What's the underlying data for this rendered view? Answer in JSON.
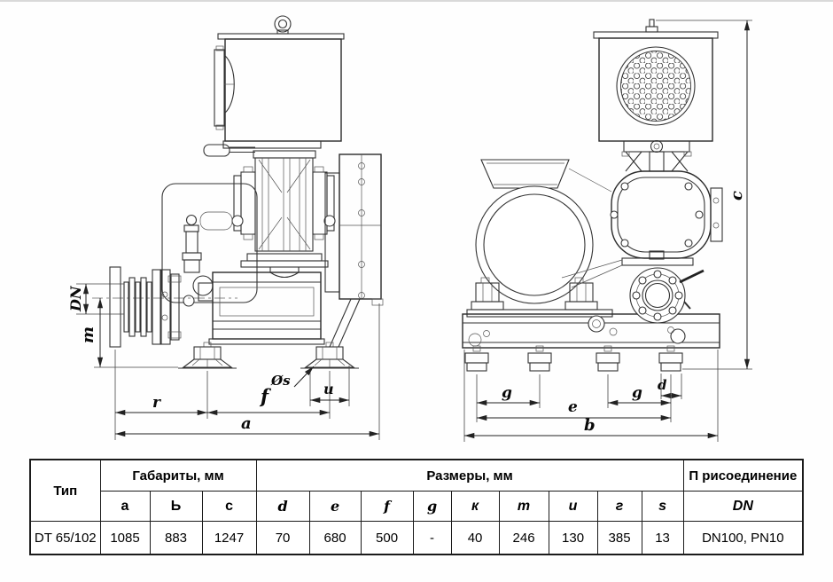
{
  "drawing": {
    "side_view": {
      "labels": {
        "dn": "DN",
        "m": "m",
        "os": "Øs",
        "u": "u",
        "r": "r",
        "f": "f",
        "a": "a"
      }
    },
    "front_view": {
      "labels": {
        "c": "c",
        "d": "d",
        "g_left": "g",
        "g_right": "g",
        "e": "e",
        "b": "b"
      }
    }
  },
  "table": {
    "type_header": "Тип",
    "gabarity_header": "Габариты, мм",
    "razmery_header": "Размеры, мм",
    "connection_header": "П рисоединение",
    "dim_headers": [
      "a",
      "Ь",
      "c",
      "d",
      "e",
      "f",
      "g",
      "к",
      "т",
      "и",
      "г",
      "s",
      "DN"
    ],
    "row": {
      "type": "DT 65/102",
      "values": [
        "1085",
        "883",
        "1247",
        "70",
        "680",
        "500",
        "-",
        "40",
        "246",
        "130",
        "385",
        "13",
        "DN100, PN10"
      ]
    }
  }
}
